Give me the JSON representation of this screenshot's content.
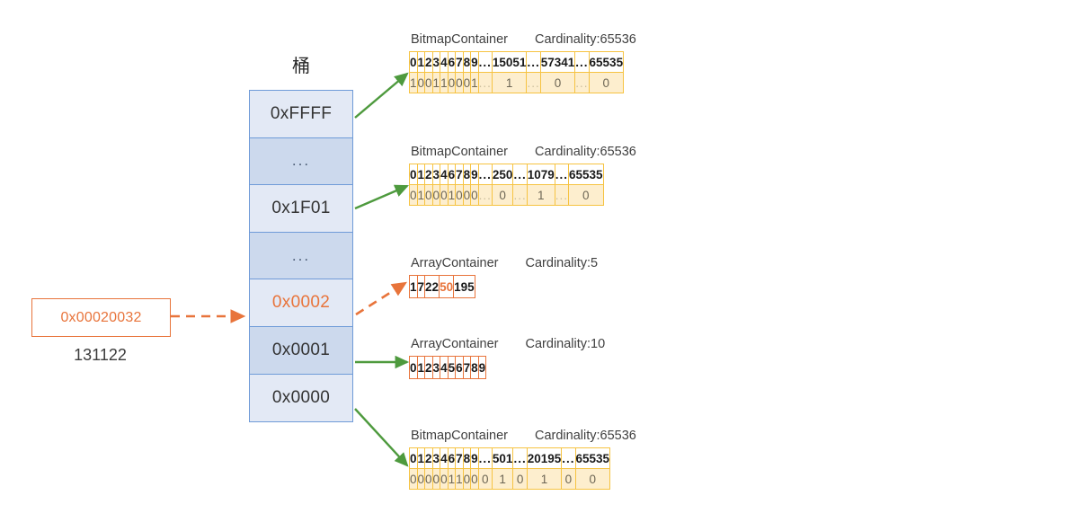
{
  "source": {
    "hex_label": "0x00020032",
    "decimal_label": "131122"
  },
  "bucket": {
    "title": "桶",
    "cells": [
      {
        "label": "0xFFFF",
        "shade": "light",
        "highlight": false
      },
      {
        "label": "...",
        "shade": "dark",
        "highlight": false
      },
      {
        "label": "0x1F01",
        "shade": "light",
        "highlight": false
      },
      {
        "label": "...",
        "shade": "dark",
        "highlight": false
      },
      {
        "label": "0x0002",
        "shade": "light",
        "highlight": true
      },
      {
        "label": "0x0001",
        "shade": "dark",
        "highlight": false
      },
      {
        "label": "0x0000",
        "shade": "light",
        "highlight": false
      }
    ]
  },
  "containers": [
    {
      "id": "bitmap-ffff",
      "type": "bitmap",
      "name_label": "BitmapContainer",
      "cardinality_label": "Cardinality:65536",
      "index_row": [
        "0",
        "1",
        "2",
        "3",
        "4",
        "6",
        "7",
        "8",
        "9",
        "...",
        "15051",
        "...",
        "57341",
        "...",
        "65535"
      ],
      "value_row": [
        "1",
        "0",
        "0",
        "1",
        "1",
        "0",
        "0",
        "0",
        "1",
        "...",
        "1",
        "...",
        "0",
        "...",
        "0"
      ]
    },
    {
      "id": "bitmap-1f01",
      "type": "bitmap",
      "name_label": "BitmapContainer",
      "cardinality_label": "Cardinality:65536",
      "index_row": [
        "0",
        "1",
        "2",
        "3",
        "4",
        "6",
        "7",
        "8",
        "9",
        "...",
        "250",
        "...",
        "1079",
        "...",
        "65535"
      ],
      "value_row": [
        "0",
        "1",
        "0",
        "0",
        "0",
        "1",
        "0",
        "0",
        "0",
        "...",
        "0",
        "...",
        "1",
        "...",
        "0"
      ]
    },
    {
      "id": "array-0002",
      "type": "array",
      "name_label": "ArrayContainer",
      "cardinality_label": "Cardinality:5",
      "cells": [
        "1",
        "7",
        "22",
        "50",
        "195"
      ],
      "highlight_index": 3
    },
    {
      "id": "array-0001",
      "type": "array",
      "name_label": "ArrayContainer",
      "cardinality_label": "Cardinality:10",
      "cells": [
        "0",
        "1",
        "2",
        "3",
        "4",
        "5",
        "6",
        "7",
        "8",
        "9"
      ],
      "highlight_index": -1
    },
    {
      "id": "bitmap-0000",
      "type": "bitmap",
      "name_label": "BitmapContainer",
      "cardinality_label": "Cardinality:65536",
      "index_row": [
        "0",
        "1",
        "2",
        "3",
        "4",
        "6",
        "7",
        "8",
        "9",
        "...",
        "501",
        "...",
        "20195",
        "...",
        "65535"
      ],
      "value_row": [
        "0",
        "0",
        "0",
        "0",
        "0",
        "1",
        "1",
        "0",
        "0",
        "0",
        "1",
        "0",
        "1",
        "0",
        "0"
      ]
    }
  ],
  "colors": {
    "bitmap_border": "#F2A81D",
    "bitmap_fill": "#FDEECE",
    "array_border": "#E8743B",
    "bucket_border": "#6F9BD8",
    "bucket_light": "#E3E9F5",
    "bucket_dark": "#CCD9ED",
    "green_arrow": "#4E9A3E",
    "orange_arrow": "#E8743B"
  }
}
